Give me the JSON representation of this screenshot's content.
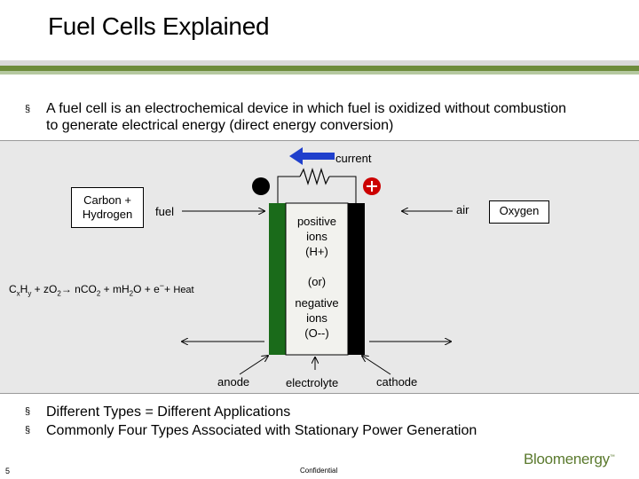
{
  "slide": {
    "title": "Fuel Cells Explained",
    "bullet_intro": "A fuel cell is an electrochemical device in which fuel is oxidized without combustion to generate electrical energy (direct energy conversion)",
    "bullet_types": "Different Types = Different Applications",
    "bullet_stationary": "Commonly Four Types Associated with Stationary Power Generation",
    "bullet_marker": "§"
  },
  "diagram": {
    "current": "current",
    "fuel_box": [
      "Carbon +",
      "Hydrogen"
    ],
    "fuel": "fuel",
    "air": "air",
    "oxygen": "Oxygen",
    "positive_ions": [
      "positive",
      "ions",
      "(H+)"
    ],
    "or": "(or)",
    "negative_ions": [
      "negative",
      "ions",
      "(O--)"
    ],
    "anode": "anode",
    "electrolyte": "electrolyte",
    "cathode": "cathode",
    "equation": {
      "C": "C",
      "x": "x",
      "H": "H",
      "y": "y",
      "plus_z": " + zO",
      "z2": "2",
      "arrow": "→",
      "n": " nCO",
      "n2": "2",
      "m": " + mH",
      "m2": "2",
      "o_e": "O + e",
      "minus": "−",
      "plus_heat": "+ ",
      "heat": "Heat"
    },
    "colors": {
      "anode": "#1a6b1a",
      "electrolyte": "#f2f2ee",
      "cathode": "#000000",
      "arrow": "#1f3fcc",
      "plus": "#cc0000"
    }
  },
  "footer": {
    "page": "5",
    "confidential": "Confidential",
    "logo_a": "Bloom",
    "logo_b": "energy",
    "logo_tm": "™"
  }
}
